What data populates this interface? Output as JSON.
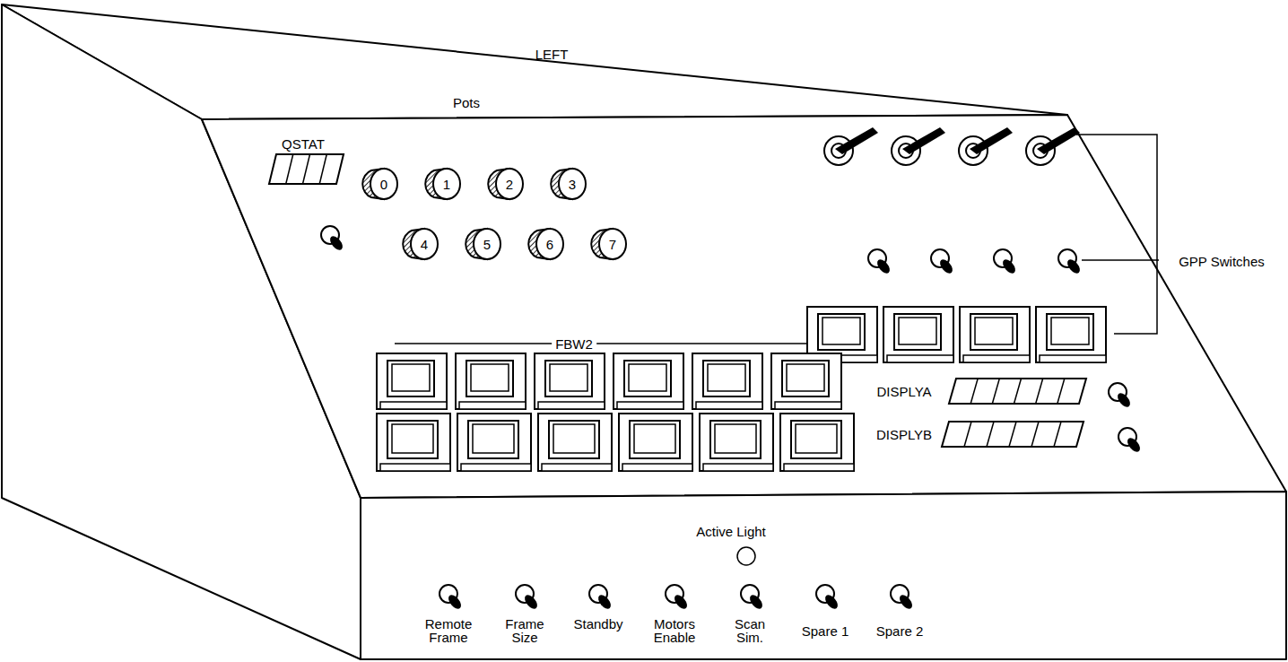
{
  "diagram": {
    "nodes": [
      {
        "text": [
          "0"
        ]
      },
      {
        "text": [
          "1"
        ]
      },
      {
        "text": [
          "2"
        ]
      },
      {
        "text": [
          "3"
        ]
      },
      {
        "text": [
          "4"
        ]
      },
      {
        "text": [
          "5"
        ]
      },
      {
        "text": [
          "6"
        ]
      },
      {
        "text": [
          "7"
        ]
      }
    ],
    "labels": [
      "LEFT",
      "QSTAT",
      "Pots",
      "GPP Switches",
      "FBW2",
      "DISPLYA",
      "DISPLYB",
      "Active Light",
      "Remote Frame",
      "Frame Size",
      "Standby",
      "Motors Enable",
      "Scan Sim.",
      "Spare 1",
      "Spare 2"
    ]
  }
}
